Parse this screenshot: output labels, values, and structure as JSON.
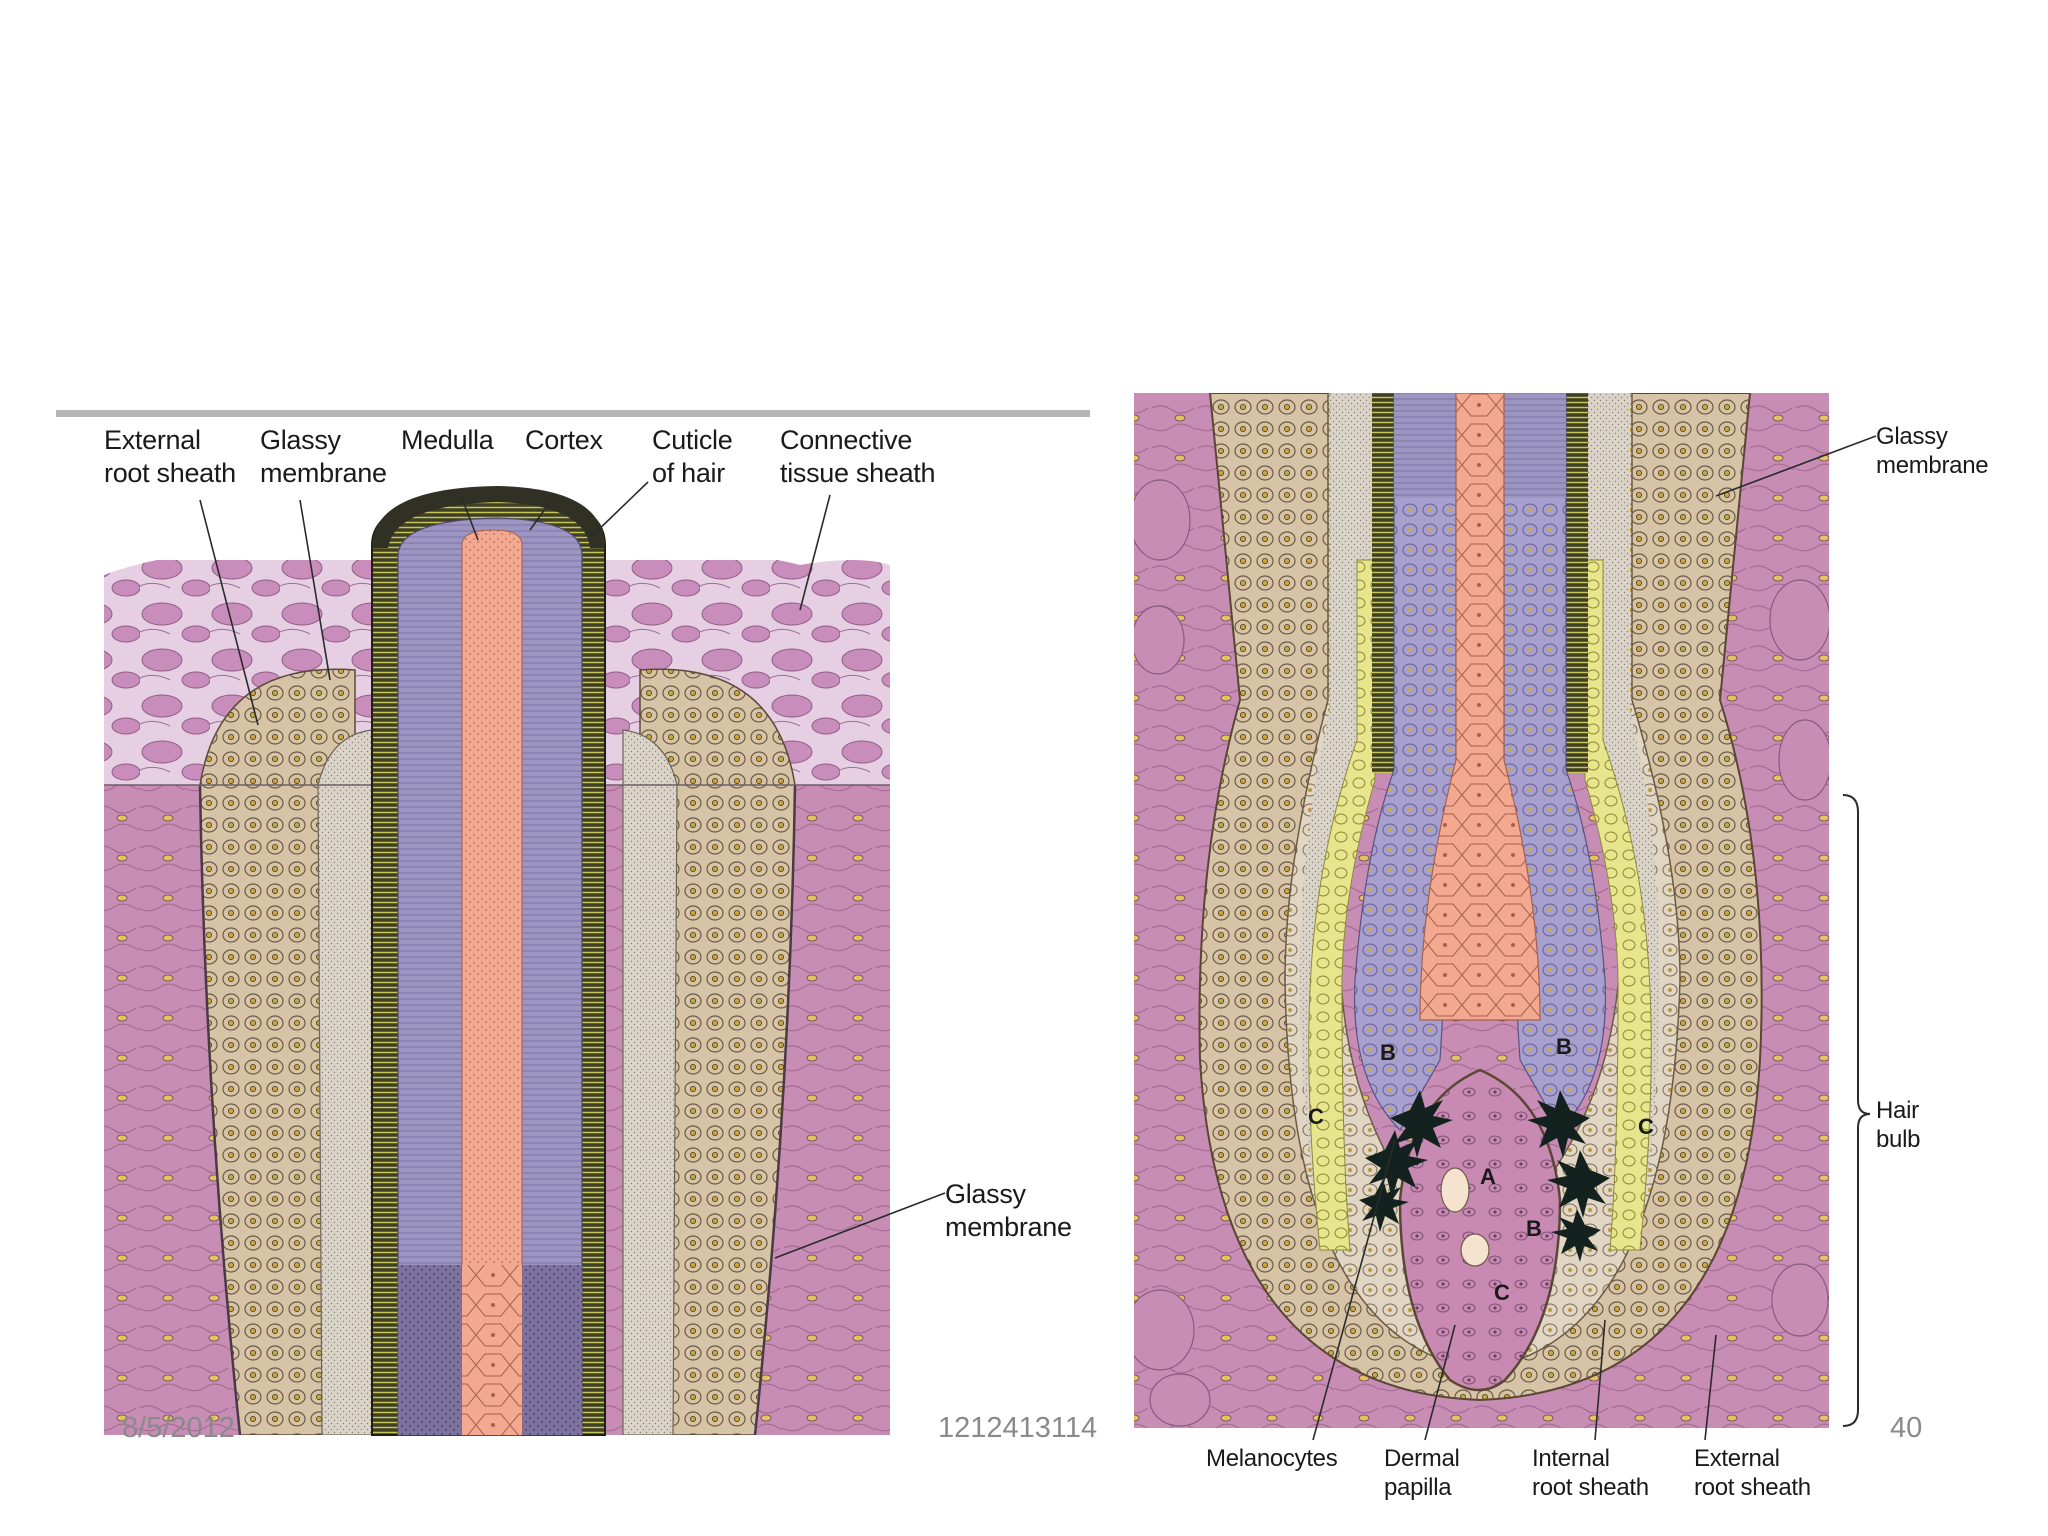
{
  "slide": {
    "footer_date": "8/5/2012",
    "footer_id": "1212413114",
    "page_number": "40"
  },
  "left_figure": {
    "labels": {
      "external_root_sheath": "External\nroot sheath",
      "glassy_membrane_top": "Glassy\nmembrane",
      "medulla": "Medulla",
      "cortex": "Cortex",
      "cuticle": "Cuticle\nof hair",
      "connective_tissue_sheath": "Connective\ntissue sheath",
      "glassy_membrane_side": "Glassy\nmembrane"
    }
  },
  "right_figure": {
    "labels": {
      "glassy_membrane": "Glassy\nmembrane",
      "hair_bulb": "Hair\nbulb",
      "melanocytes": "Melanocytes",
      "dermal_papilla": "Dermal\npapilla",
      "internal_root_sheath": "Internal\nroot sheath",
      "external_root_sheath": "External\nroot sheath",
      "letter_a": "A",
      "letter_b": "B",
      "letter_c": "C"
    }
  },
  "colors": {
    "dermis": "#c98fb7",
    "external_sheath": "#d7c4a6",
    "internal_sheath": "#d9d3c8",
    "cuticle": "#3f3f24",
    "cortex": "#9d96c2",
    "medulla": "#f2a98f",
    "yellow_layer": "#e8e68d"
  }
}
